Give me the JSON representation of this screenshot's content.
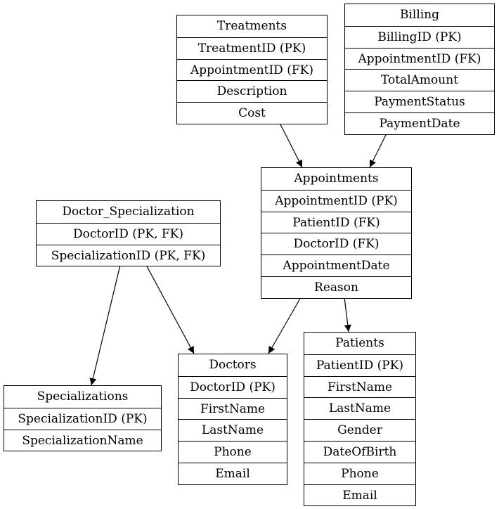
{
  "diagram": {
    "entities": {
      "treatments": {
        "title": "Treatments",
        "fields": [
          "TreatmentID (PK)",
          "AppointmentID (FK)",
          "Description",
          "Cost"
        ]
      },
      "billing": {
        "title": "Billing",
        "fields": [
          "BillingID (PK)",
          "AppointmentID (FK)",
          "TotalAmount",
          "PaymentStatus",
          "PaymentDate"
        ]
      },
      "appointments": {
        "title": "Appointments",
        "fields": [
          "AppointmentID (PK)",
          "PatientID (FK)",
          "DoctorID (FK)",
          "AppointmentDate",
          "Reason"
        ]
      },
      "doctor_specialization": {
        "title": "Doctor_Specialization",
        "fields": [
          "DoctorID (PK, FK)",
          "SpecializationID (PK, FK)"
        ]
      },
      "specializations": {
        "title": "Specializations",
        "fields": [
          "SpecializationID (PK)",
          "SpecializationName"
        ]
      },
      "doctors": {
        "title": "Doctors",
        "fields": [
          "DoctorID (PK)",
          "FirstName",
          "LastName",
          "Phone",
          "Email"
        ]
      },
      "patients": {
        "title": "Patients",
        "fields": [
          "PatientID (PK)",
          "FirstName",
          "LastName",
          "Gender",
          "DateOfBirth",
          "Phone",
          "Email"
        ]
      }
    },
    "relationships": [
      {
        "from": "treatments",
        "to": "appointments"
      },
      {
        "from": "billing",
        "to": "appointments"
      },
      {
        "from": "appointments",
        "to": "doctors"
      },
      {
        "from": "appointments",
        "to": "patients"
      },
      {
        "from": "doctor_specialization",
        "to": "specializations"
      },
      {
        "from": "doctor_specialization",
        "to": "doctors"
      }
    ],
    "colors": {
      "line": "#000000",
      "background": "#ffffff"
    }
  }
}
